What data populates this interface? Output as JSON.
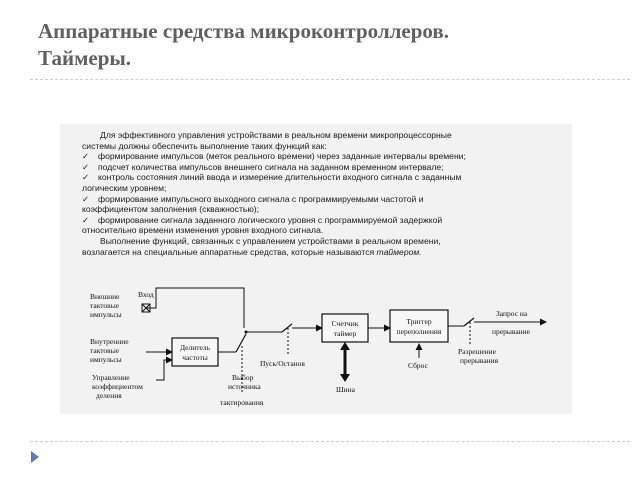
{
  "slide": {
    "title_line1": "Аппаратные средства микроконтроллеров.",
    "title_line2": "Таймеры."
  },
  "text": {
    "intro_line1": "Для эффективного управления устройствами в реальном времени микропроцессорные",
    "intro_line2": "системы должны обеспечить выполнение таких функций как:",
    "bullet_mark": "✓",
    "bullet1": "формирование импульсов (меток реального времени) через заданные интервалы времени;",
    "bullet2": "подсчет количества импульсов внешнего сигнала на заданном временном интервале;",
    "bullet3_line1": "контроль состояния линий ввода и измерение длительности входного сигнала с заданным",
    "bullet3_line2": "логическим уровнем;",
    "bullet4_line1": "формирование импульсного выходного сигнала с программируемыми частотой и",
    "bullet4_line2": "коэффициентом заполнения (скважностью);",
    "bullet5_line1": "формирование сигнала заданного логического уровня с программируемой задержкой",
    "bullet5_line2": "относительно времени изменения уровня входного сигнала.",
    "outro_line1": "Выполнение функций, связанных с управлением устройствами в реальном времени,",
    "outro_line2_prefix": "возлагается на специальные аппаратные средства, которые называются ",
    "outro_term": "таймером."
  },
  "diagram": {
    "external_pulses_1": "Внешние",
    "external_pulses_2": "тактовые",
    "external_pulses_3": "импульсы",
    "input_label": "Вход",
    "internal_pulses_1": "Внутренние",
    "internal_pulses_2": "тактовые",
    "internal_pulses_3": "импульсы",
    "coef_control_1": "Управление",
    "coef_control_2": "коэффициентом",
    "coef_control_3": "деления",
    "divider_1": "Делитель",
    "divider_2": "частоты",
    "source_select_1": "Выбор",
    "source_select_2": "источника",
    "source_select_3": "тактирования",
    "start_stop": "Пуск/Останов",
    "counter_1": "Счетчик",
    "counter_2": "таймер",
    "bus": "Шина",
    "trigger_1": "Триггер",
    "trigger_2": "переполнения",
    "reset": "Сброс",
    "irq_request_1": "Запрос на",
    "irq_request_2": "прерывание",
    "irq_enable_1": "Разрешение",
    "irq_enable_2": "прерывания"
  }
}
